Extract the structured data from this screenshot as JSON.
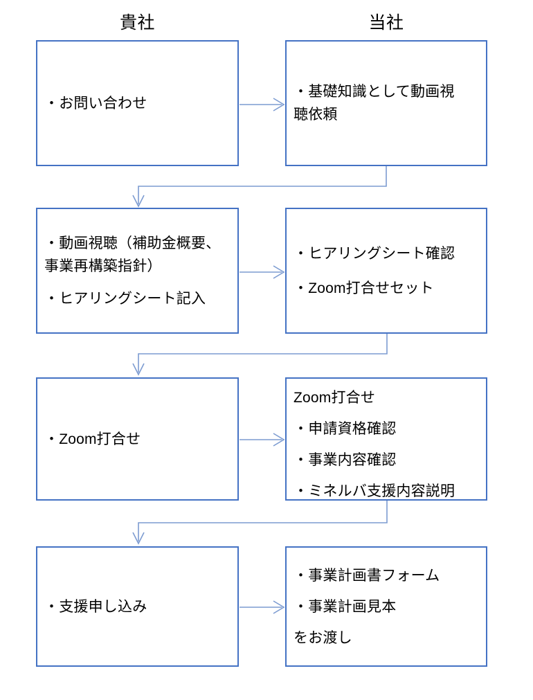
{
  "diagram": {
    "title": "",
    "columns": [
      {
        "id": "client",
        "label": "貴社"
      },
      {
        "id": "us",
        "label": "当社"
      }
    ],
    "colors": {
      "node_border": "#4472C4",
      "node_fill": "#FFFFFF",
      "connector": "#7C9BD1",
      "text": "#000000"
    },
    "rows": [
      {
        "id": "row-1",
        "left": {
          "id": "node-inquiry",
          "lines": [
            "・お問い合わせ"
          ]
        },
        "right": {
          "id": "node-video-request",
          "lines": [
            "・基礎知識として動画視",
            "聴依頼"
          ]
        }
      },
      {
        "id": "row-2",
        "left": {
          "id": "node-watch-video",
          "lines": [
            "・動画視聴（補助金概要、",
            "事業再構築指針）",
            "・ヒアリングシート記入"
          ]
        },
        "right": {
          "id": "node-check-sheet",
          "lines": [
            "・ヒアリングシート確認",
            "・Zoom打合せセット"
          ]
        }
      },
      {
        "id": "row-3",
        "left": {
          "id": "node-zoom-meeting",
          "lines": [
            "・Zoom打合せ"
          ]
        },
        "right": {
          "id": "node-zoom-agenda",
          "heading": "Zoom打合せ",
          "lines": [
            "・申請資格確認",
            "・事業内容確認",
            "・ミネルバ支援内容説明"
          ]
        }
      },
      {
        "id": "row-4",
        "left": {
          "id": "node-apply-support",
          "lines": [
            "・支援申し込み"
          ]
        },
        "right": {
          "id": "node-deliverables",
          "lines": [
            "・事業計画書フォーム",
            "・事業計画見本",
            "をお渡し"
          ]
        }
      }
    ],
    "connectors": [
      {
        "id": "arrow-row1-lr",
        "type": "horizontal-arrow",
        "from": "node-inquiry",
        "to": "node-video-request"
      },
      {
        "id": "arrow-row1-to-row2",
        "type": "elbow-arrow",
        "from": "node-video-request",
        "to": "node-watch-video"
      },
      {
        "id": "arrow-row2-lr",
        "type": "horizontal-arrow",
        "from": "node-watch-video",
        "to": "node-check-sheet"
      },
      {
        "id": "arrow-row2-to-row3",
        "type": "elbow-arrow",
        "from": "node-check-sheet",
        "to": "node-zoom-meeting"
      },
      {
        "id": "arrow-row3-lr",
        "type": "horizontal-arrow",
        "from": "node-zoom-meeting",
        "to": "node-zoom-agenda"
      },
      {
        "id": "arrow-row3-to-row4",
        "type": "elbow-arrow",
        "from": "node-zoom-agenda",
        "to": "node-apply-support"
      },
      {
        "id": "arrow-row4-lr",
        "type": "horizontal-arrow",
        "from": "node-apply-support",
        "to": "node-deliverables"
      }
    ]
  }
}
